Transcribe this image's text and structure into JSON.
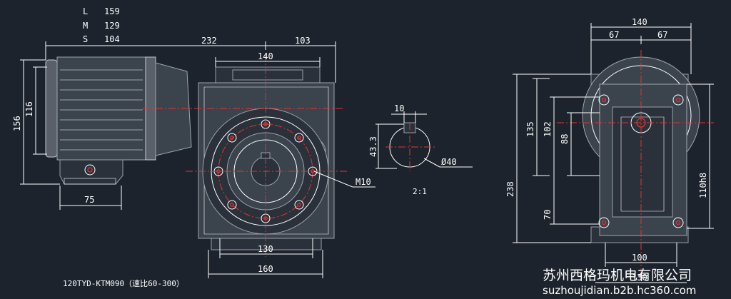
{
  "specs": [
    {
      "key": "L",
      "value": "159"
    },
    {
      "key": "M",
      "value": "129"
    },
    {
      "key": "S",
      "value": "104"
    }
  ],
  "front_view": {
    "dims": {
      "d232": "232",
      "d103": "103",
      "d140": "140",
      "d156": "156",
      "d116": "116",
      "d75": "75",
      "d130": "130",
      "d160": "160",
      "thread": "M10"
    },
    "model_caption": "120TYD-KTM090（速比60-300）"
  },
  "shaft_detail": {
    "key_width": "10",
    "key_height": "43.3",
    "diameter": "Ø40",
    "scale": "2:1"
  },
  "side_view": {
    "dims": {
      "d140": "140",
      "d67a": "67",
      "d67b": "67",
      "d238": "238",
      "d135": "135",
      "d102": "102",
      "d88": "88",
      "d70": "70",
      "d110h8": "110h8",
      "d100": "100",
      "d130_hidden": "130"
    }
  },
  "watermark": {
    "company": "苏州西格玛机电有限公司",
    "url": "suzhoujidian.b2b.hc360.com"
  }
}
